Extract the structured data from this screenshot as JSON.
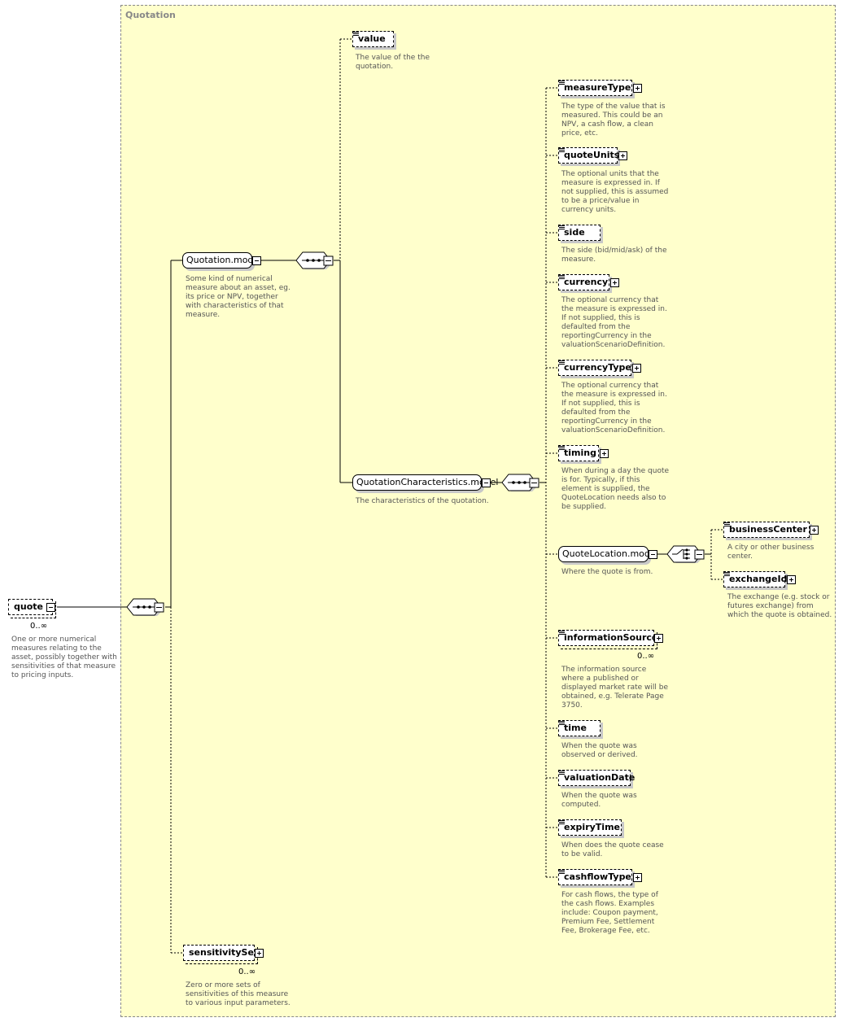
{
  "group": {
    "title": "Quotation"
  },
  "root": {
    "label": "quote",
    "cardinality": "0..∞",
    "description": "One or more numerical\nmeasures relating to the\nasset, possibly together with\nsensitivities of that measure\nto pricing inputs."
  },
  "quotation_model": {
    "label": "Quotation.model",
    "description": "Some kind of numerical\nmeasure about an asset, eg.\nits price or NPV, together\nwith characteristics of that\nmeasure."
  },
  "value": {
    "label": "value",
    "description": "The value of the the\nquotation."
  },
  "characteristics_model": {
    "label": "QuotationCharacteristics.model",
    "description": "The characteristics of the quotation."
  },
  "characteristics": [
    {
      "label": "measureType",
      "description": "The type of the value that is\nmeasured. This could be an\nNPV, a cash flow, a clean\nprice, etc."
    },
    {
      "label": "quoteUnits",
      "description": "The optional units that the\nmeasure is expressed in. If\nnot supplied, this is assumed\nto be a price/value in\ncurrency units."
    },
    {
      "label": "side",
      "description": "The side (bid/mid/ask) of the\nmeasure."
    },
    {
      "label": "currency",
      "description": "The optional currency that\nthe measure is expressed in.\nIf not supplied, this is\ndefaulted from the\nreportingCurrency in the\nvaluationScenarioDefinition."
    },
    {
      "label": "currencyType",
      "description": "The optional currency that\nthe measure is expressed in.\nIf not supplied, this is\ndefaulted from the\nreportingCurrency in the\nvaluationScenarioDefinition."
    },
    {
      "label": "timing",
      "description": "When during a day the quote\nis for. Typically, if this\nelement is supplied, the\nQuoteLocation needs also to\nbe supplied."
    },
    {
      "label": "informationSource",
      "cardinality": "0..∞",
      "description": "The information source\nwhere a published or\ndisplayed market rate will be\nobtained, e.g. Telerate Page\n3750."
    },
    {
      "label": "time",
      "description": "When the quote was\nobserved or derived."
    },
    {
      "label": "valuationDate",
      "description": "When the quote was\ncomputed."
    },
    {
      "label": "expiryTime",
      "description": "When does the quote cease\nto be valid."
    },
    {
      "label": "cashflowType",
      "description": "For cash flows, the type of\nthe cash flows. Examples\ninclude: Coupon payment,\nPremium Fee, Settlement\nFee, Brokerage Fee, etc."
    }
  ],
  "location_model": {
    "label": "QuoteLocation.model",
    "description": "Where the quote is from."
  },
  "location": [
    {
      "label": "businessCenter",
      "description": "A city or other business\ncenter."
    },
    {
      "label": "exchangeId",
      "description": "The exchange (e.g. stock or\nfutures exchange) from\nwhich the quote is obtained."
    }
  ],
  "sensitivity": {
    "label": "sensitivitySet",
    "cardinality": "0..∞",
    "description": "Zero or more sets of\nsensitivities of this measure\nto various input parameters."
  }
}
